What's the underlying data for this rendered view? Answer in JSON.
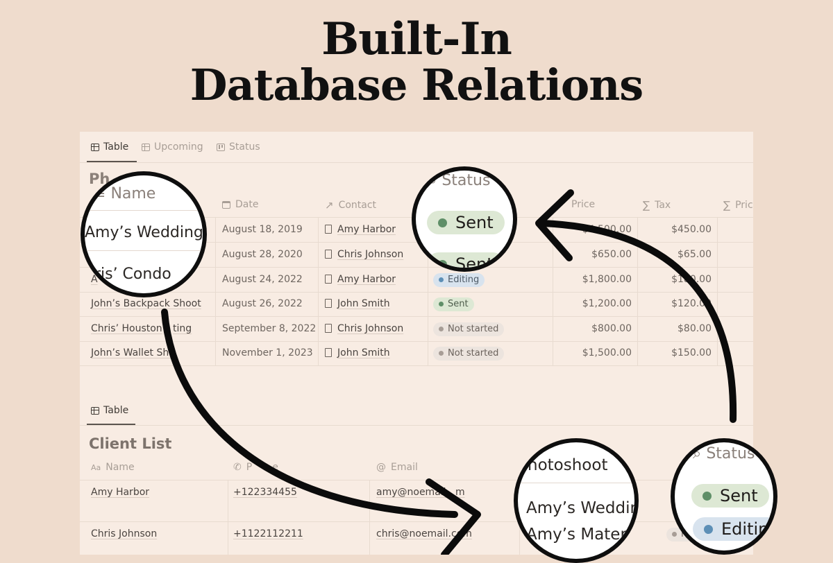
{
  "hero": {
    "line1": "Built-In",
    "line2": "Database Relations"
  },
  "colors": {
    "background": "#efdccd",
    "panel": "#f8ece3",
    "sent_bg": "#dde8d4",
    "sent_dot": "#5f8f68",
    "editing_bg": "#d8e3ee",
    "editing_dot": "#5d8fb6",
    "notstarted_bg": "#ece4de",
    "notstarted_dot": "#a79d96"
  },
  "photoshoots": {
    "tabs": [
      {
        "label": "Table",
        "icon": "table-icon",
        "active": true
      },
      {
        "label": "Upcoming",
        "icon": "table-icon",
        "active": false
      },
      {
        "label": "Status",
        "icon": "board-icon",
        "active": false
      }
    ],
    "title": "Ph",
    "columns": {
      "date": "Date",
      "contact": "Contact",
      "price": "Price",
      "tax": "Tax",
      "price2": "Pric"
    },
    "rows": [
      {
        "name": "",
        "date": "August 18, 2019",
        "contact": "Amy Harbor",
        "status": "",
        "price": "$4,500.00",
        "tax": "$450.00"
      },
      {
        "name": "",
        "date": "August 28, 2020",
        "contact": "Chris Johnson",
        "status": "",
        "price": "$650.00",
        "tax": "$65.00"
      },
      {
        "name": "A",
        "date": "August 24, 2022",
        "contact": "Amy Harbor",
        "status": "Editing",
        "price": "$1,800.00",
        "tax": "$180.00"
      },
      {
        "name": "John’s Backpack Shoot",
        "date": "August 26, 2022",
        "contact": "John Smith",
        "status": "Sent",
        "price": "$1,200.00",
        "tax": "$120.00"
      },
      {
        "name": "Chris’ Houston",
        "name_tail": "ting",
        "date": "September 8, 2022",
        "contact": "Chris Johnson",
        "status": "Not started",
        "price": "$800.00",
        "tax": "$80.00"
      },
      {
        "name": "John’s Wallet Sho",
        "date": "November 1, 2023",
        "contact": "John Smith",
        "status": "Not started",
        "price": "$1,500.00",
        "tax": "$150.00"
      }
    ]
  },
  "clients": {
    "tab": "Table",
    "title": "Client List",
    "columns": {
      "name": "Name",
      "phone": "P",
      "phone_tail": "e",
      "email": "Email"
    },
    "rows": [
      {
        "name": "Amy Harbor",
        "phone": "+122334455",
        "email": "amy@noemail.",
        "email_tail": "m"
      },
      {
        "name": "Chris Johnson",
        "phone": "+1122112211",
        "email": "chris@noemail.com",
        "status": "Not"
      }
    ]
  },
  "magnifiers": {
    "name_lens": {
      "header": "Name",
      "row1": "Amy’s Wedding",
      "row2": "hris’ Condo"
    },
    "status_lens": {
      "header": "Status",
      "pill1": "Sent",
      "pill2": "Sent"
    },
    "photoshoot_lens": {
      "header": "hotoshoot",
      "row1": "Amy’s Weddin",
      "row2": "Amy’s Materni"
    },
    "status_lens2": {
      "header": "Status",
      "pill1": "Sent",
      "pill2": "Editin"
    }
  }
}
